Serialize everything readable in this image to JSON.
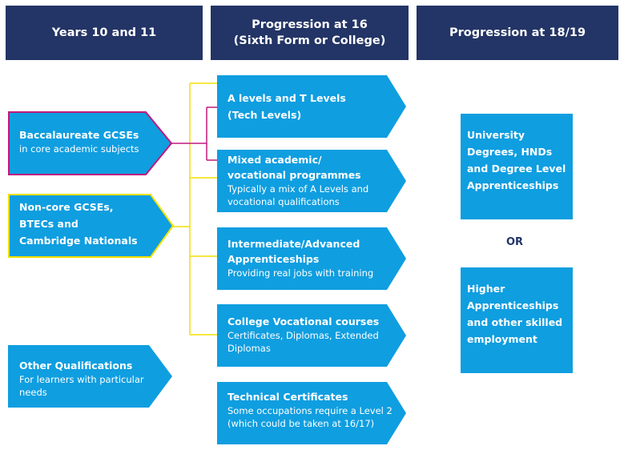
{
  "headers": {
    "col1": "Years 10 and 11",
    "col2_line1": "Progression at 16",
    "col2_line2": "(Sixth Form or College)",
    "col3": "Progression at 18/19"
  },
  "left": {
    "bacc": {
      "title": "Baccalaureate GCSEs",
      "sub": "in core academic subjects"
    },
    "noncore": {
      "title1": "Non-core GCSEs,",
      "title2": "BTECs and",
      "title3": "Cambridge Nationals"
    },
    "other": {
      "title": "Other Qualifications",
      "sub1": "For learners with particular",
      "sub2": "needs"
    }
  },
  "middle": {
    "alevels": {
      "title1": "A levels and T Levels",
      "title2": "(Tech Levels)"
    },
    "mixed": {
      "title1": "Mixed academic/",
      "title2": "vocational programmes",
      "sub1": "Typically a mix of A Levels and",
      "sub2": "vocational qualifications"
    },
    "apprentice": {
      "title1": "Intermediate/Advanced",
      "title2": "Apprenticeships",
      "sub1": "Providing real jobs with training"
    },
    "college": {
      "title1": "College Vocational courses",
      "sub1": "Certificates, Diplomas, Extended",
      "sub2": "Diplomas"
    },
    "technical": {
      "title1": "Technical Certificates",
      "sub1": "Some occupations require a Level 2",
      "sub2": "(which could be taken at 16/17)"
    }
  },
  "right": {
    "university": {
      "l1": "University",
      "l2": "Degrees, HNDs",
      "l3": "and Degree Level",
      "l4": "Apprenticeships"
    },
    "or": "OR",
    "higher": {
      "l1": "Higher",
      "l2": "Apprenticeships",
      "l3": "and other skilled",
      "l4": "employment"
    }
  },
  "colors": {
    "header": "#233466",
    "box": "#0f9ee0",
    "magenta": "#c0197e",
    "yellow": "#f2e100",
    "text": "#ffffff"
  }
}
